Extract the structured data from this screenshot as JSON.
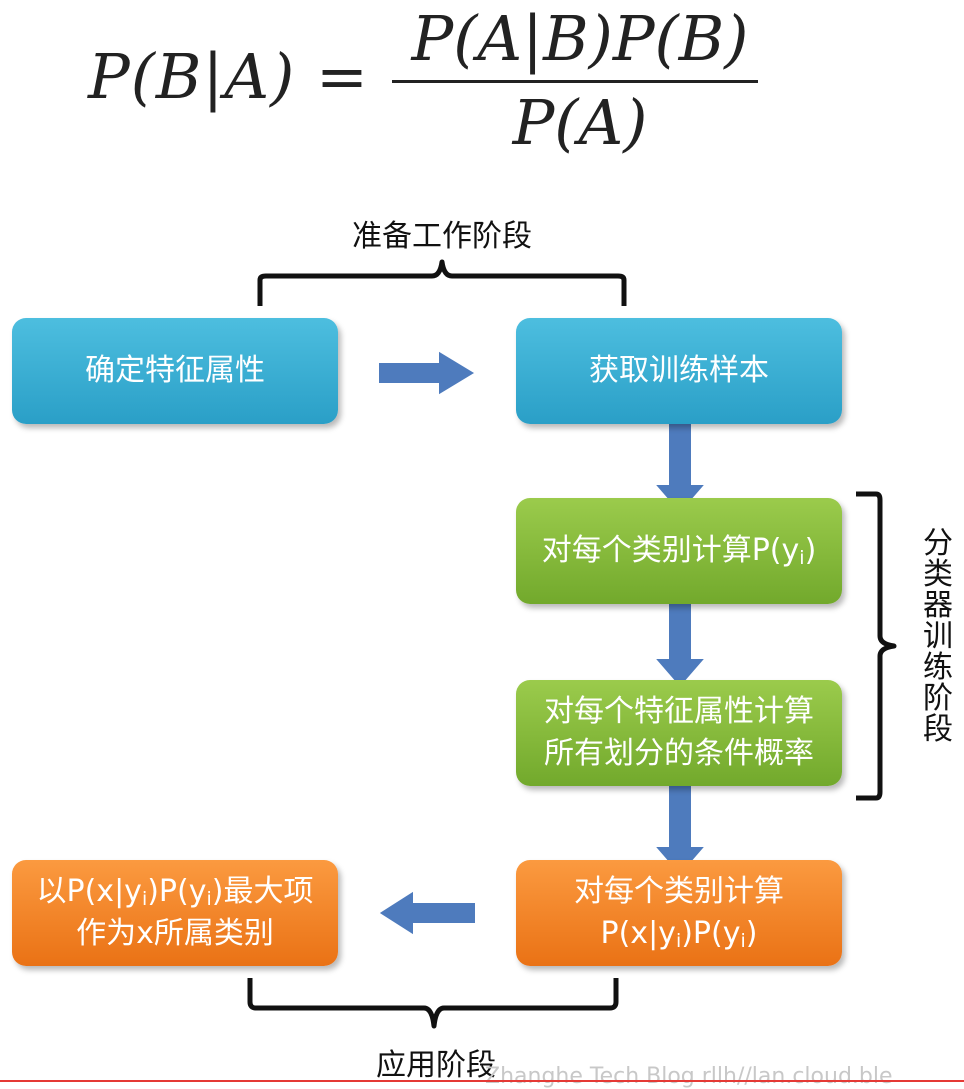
{
  "formula": {
    "lhs": "P(B|A)",
    "equals": "=",
    "numerator": "P(A|B)P(B)",
    "denominator": "P(A)"
  },
  "stages": {
    "prepare": "准备工作阶段",
    "train": "分类器训练阶段",
    "apply": "应用阶段"
  },
  "boxes": {
    "feature_attributes": "确定特征属性",
    "get_samples": "获取训练样本",
    "class_prior_prefix": "对每个类别计算P(y",
    "class_prior_sub": "i",
    "class_prior_suffix": ")",
    "cond_prob_line1": "对每个特征属性计算",
    "cond_prob_line2": "所有划分的条件概率",
    "class_score_line1": "对每个类别计算",
    "class_score_line2_a": "P(x|y",
    "class_score_line2_sub1": "i",
    "class_score_line2_b": ")P(y",
    "class_score_line2_sub2": "i",
    "class_score_line2_c": ")",
    "result_line1_a": "以P(x|y",
    "result_line1_sub1": "i",
    "result_line1_b": ")P(y",
    "result_line1_sub2": "i",
    "result_line1_c": ")最大项",
    "result_line2": "作为x所属类别"
  },
  "watermark": "Zhanghe Tech Blog  rllh//lan.cloud.ble",
  "colors": {
    "blue": "#2a9fc7",
    "green": "#72a92c",
    "orange": "#ea7215",
    "arrow": "#4e7bbd"
  }
}
